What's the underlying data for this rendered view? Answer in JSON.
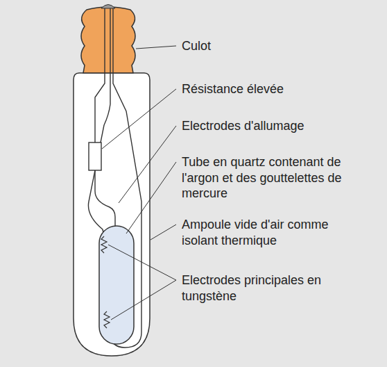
{
  "diagram": {
    "labels": [
      "Culot",
      "Résistance élevée",
      "Electrodes d'allumage",
      "Tube en quartz contenant de l'argon et des gouttelettes de mercure",
      "Ampoule vide d'air comme isolant thermique",
      "Electrodes principales en tungstène"
    ]
  }
}
